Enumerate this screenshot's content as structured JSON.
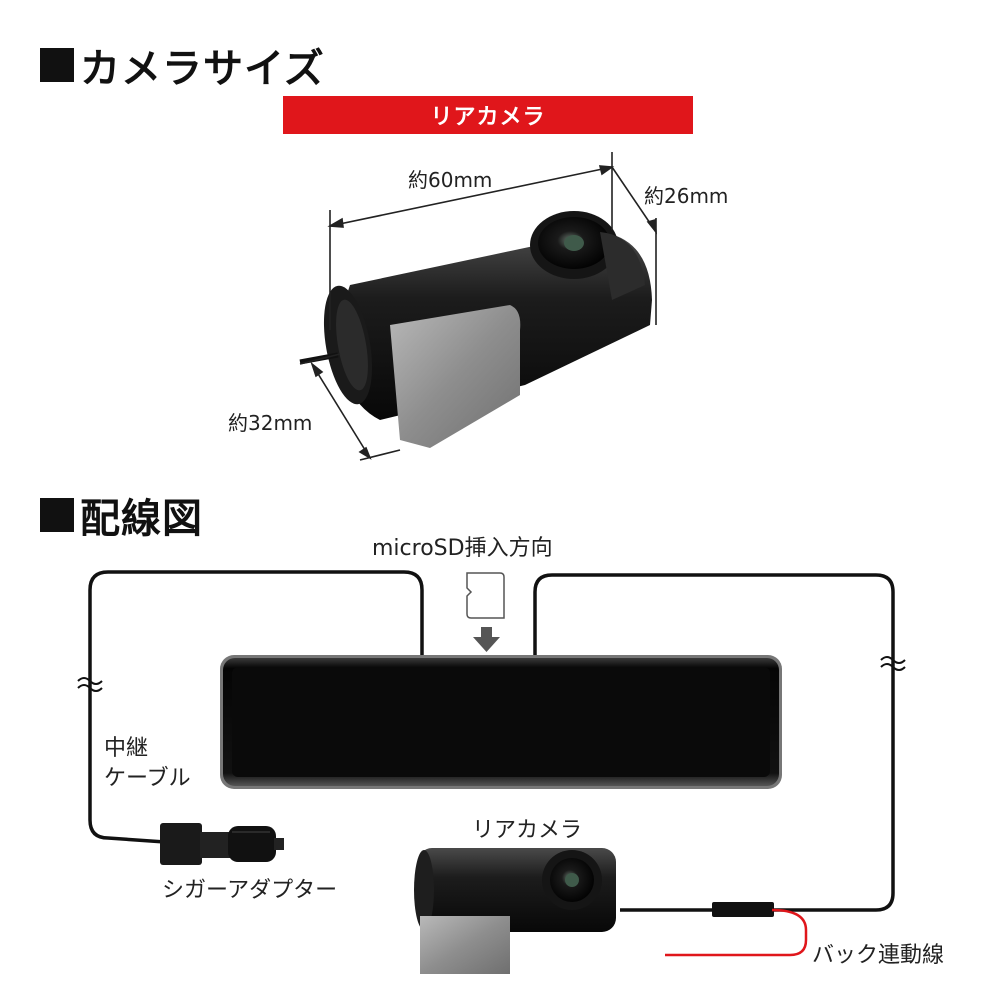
{
  "section_size": {
    "title": "カメラサイズ"
  },
  "rear_camera_banner": "リアカメラ",
  "dimensions": {
    "width": "約60mm",
    "depth": "約26mm",
    "height": "約32mm"
  },
  "section_wiring": {
    "title": "配線図"
  },
  "wiring": {
    "microsd_label": "microSD挿入方向",
    "relay_cable_line1": "中継",
    "relay_cable_line2": "ケーブル",
    "cigar_adapter": "シガーアダプター",
    "rear_camera": "リアカメラ",
    "back_link_wire": "バック連動線"
  },
  "colors": {
    "banner_red": "#e0161b",
    "back_wire_red": "#e0161b",
    "cable_black": "#111111"
  }
}
